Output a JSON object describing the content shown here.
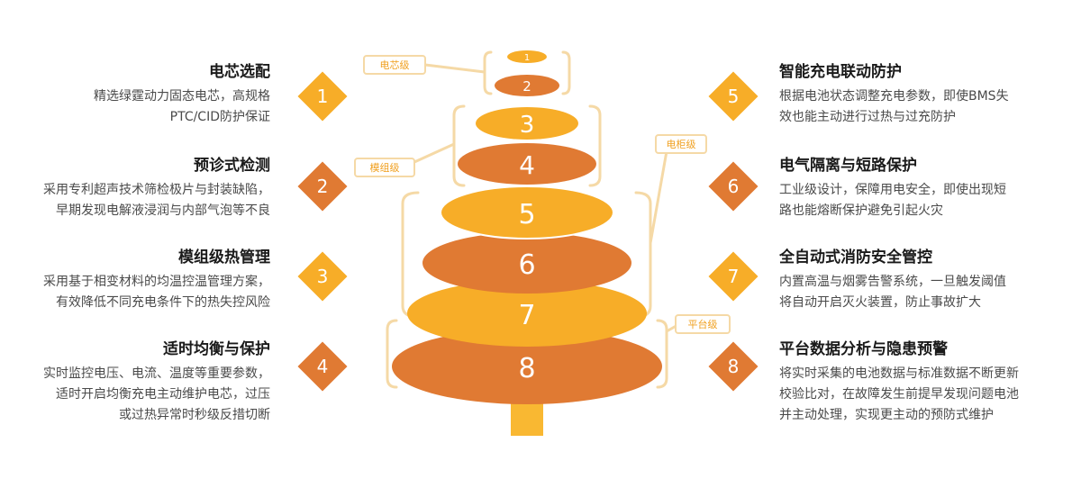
{
  "colors": {
    "yellow": "#f7ad28",
    "orange": "#e07a33",
    "bracket": "#f5d9a6",
    "trunk": "#f9b832"
  },
  "left_items": [
    {
      "num": "1",
      "title": "电芯选配",
      "lines": [
        "精选绿霆动力固态电芯，高规格",
        "PTC/CID防护保证"
      ]
    },
    {
      "num": "2",
      "title": "预诊式检测",
      "lines": [
        "采用专利超声技术筛检极片与封装缺陷，",
        "早期发现电解液浸润与内部气泡等不良"
      ]
    },
    {
      "num": "3",
      "title": "模组级热管理",
      "lines": [
        "采用基于相变材料的均温控温管理方案，",
        "有效降低不同充电条件下的热失控风险"
      ]
    },
    {
      "num": "4",
      "title": "适时均衡与保护",
      "lines": [
        "实时监控电压、电流、温度等重要参数，",
        "适时开启均衡充电主动维护电芯，过压",
        "或过热异常时秒级反措切断"
      ]
    }
  ],
  "right_items": [
    {
      "num": "5",
      "title": "智能充电联动防护",
      "lines": [
        "根据电池状态调整充电参数，即使BMS失",
        "效也能主动进行过热与过充防护"
      ]
    },
    {
      "num": "6",
      "title": "电气隔离与短路保护",
      "lines": [
        "工业级设计，保障用电安全，即使出现短",
        "路也能熔断保护避免引起火灾"
      ]
    },
    {
      "num": "7",
      "title": "全自动式消防安全管控",
      "lines": [
        "内置高温与烟雾告警系统，一旦触发阈值",
        "将自动开启灭火装置，防止事故扩大"
      ]
    },
    {
      "num": "8",
      "title": "平台数据分析与隐患预警",
      "lines": [
        "将实时采集的电池数据与标准数据不断更新",
        "校验比对，在故障发生前提早发现问题电池",
        "并主动处理，实现更主动的预防式维护"
      ]
    }
  ],
  "tree_layers": [
    "1",
    "2",
    "3",
    "4",
    "5",
    "6",
    "7",
    "8"
  ],
  "tags": {
    "cell": "电芯级",
    "module": "模组级",
    "cabinet": "电柜级",
    "platform": "平台级"
  }
}
